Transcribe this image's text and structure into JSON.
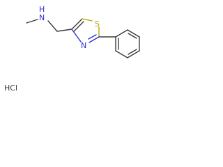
{
  "molecule": {
    "atoms": {
      "amine_n": "N",
      "amine_h": "H",
      "thiazole_s": "S",
      "thiazole_n": "N"
    },
    "salt": "HCl"
  },
  "colors": {
    "bond": "#3a3a3a",
    "nitrogen": "#2f2fd0",
    "sulfur": "#b8a400",
    "text": "#3a3a3a"
  }
}
